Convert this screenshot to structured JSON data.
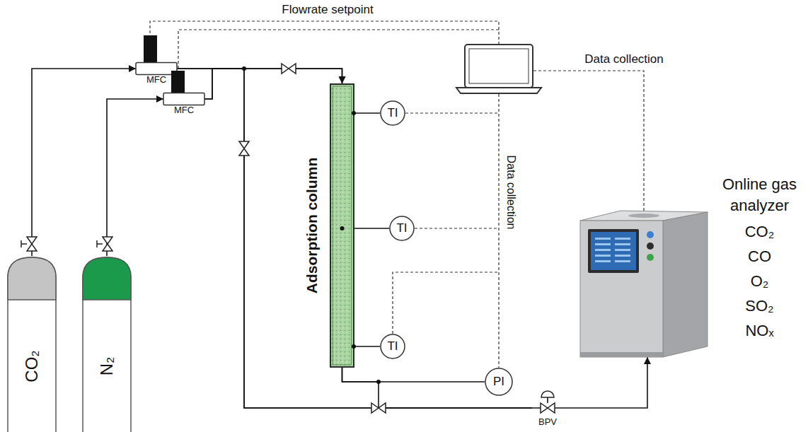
{
  "diagram": {
    "nodes": [
      {
        "text": [
          "CO₂"
        ]
      },
      {
        "text": [
          "N₂"
        ]
      },
      {
        "text": [
          "MFC"
        ]
      },
      {
        "text": [
          "MFC"
        ]
      },
      {
        "text": [
          "Adsorption column"
        ]
      },
      {
        "text": [
          "TI"
        ]
      },
      {
        "text": [
          "TI"
        ]
      },
      {
        "text": [
          "TI"
        ]
      },
      {
        "text": [
          "PI"
        ]
      },
      {
        "text": [
          "BPV"
        ]
      },
      {
        "text": [
          "Online gas analyzer",
          "CO₂",
          "CO",
          "O₂",
          "SO₂",
          "NOₓ"
        ]
      }
    ],
    "edges": [
      {
        "from": 0,
        "to": 2,
        "arrow": "to"
      },
      {
        "from": 1,
        "to": 3,
        "arrow": "to"
      },
      {
        "from": 2,
        "to": 4,
        "arrow": "to"
      },
      {
        "from": 3,
        "to": 4,
        "arrow": "to"
      },
      {
        "from": 2,
        "to": 9,
        "arrow": "none"
      },
      {
        "from": 3,
        "to": 9,
        "arrow": "none"
      },
      {
        "from": 4,
        "to": 5,
        "arrow": "none"
      },
      {
        "from": 4,
        "to": 6,
        "arrow": "none"
      },
      {
        "from": 4,
        "to": 7,
        "arrow": "none"
      },
      {
        "from": 4,
        "to": 8,
        "arrow": "none"
      },
      {
        "from": 4,
        "to": 9,
        "arrow": "none"
      },
      {
        "from": 9,
        "to": 10,
        "arrow": "to"
      }
    ],
    "labels": [
      "Flowrate setpoint",
      "Data collection",
      "Data collection"
    ]
  }
}
